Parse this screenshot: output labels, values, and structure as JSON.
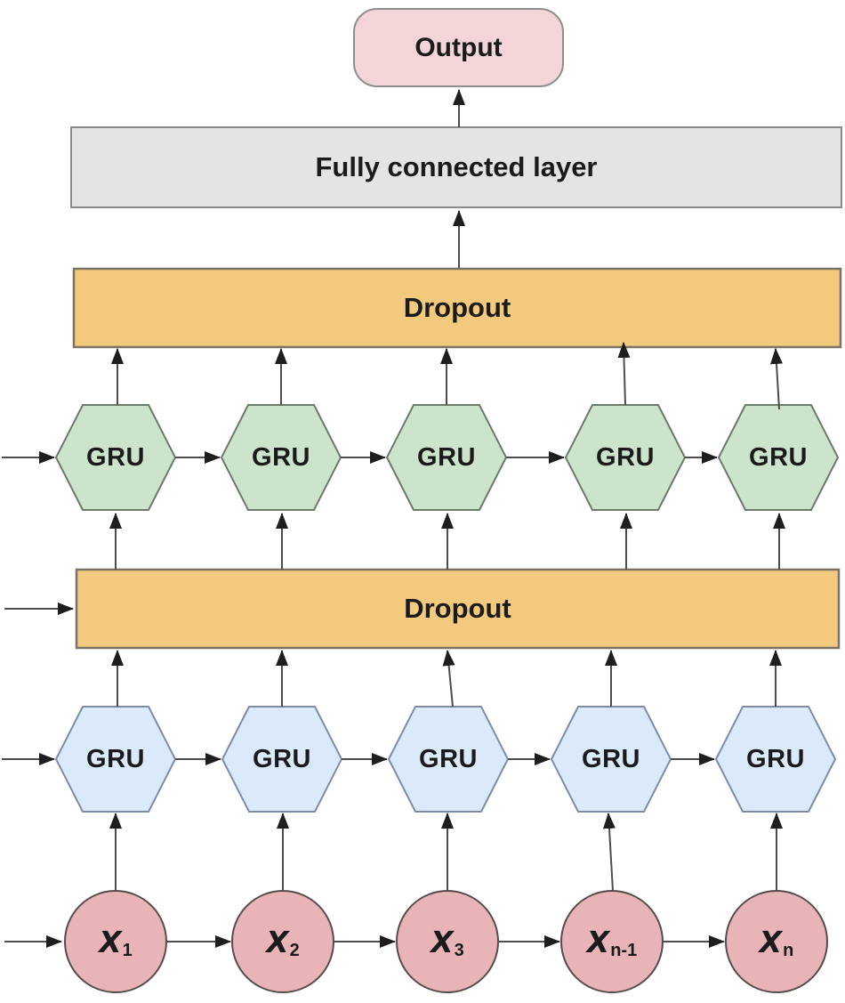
{
  "colors": {
    "background": "#ffffff",
    "output_fill": "#f3d5d8",
    "output_border": "#8e8e8e",
    "fc_fill": "#e4e4e2",
    "fc_border": "#8a8a8a",
    "dropout_fill": "#f2c97d",
    "dropout_border": "#7b7265",
    "gru_top_fill": "#cce4cc",
    "gru_top_border": "#6c7a6c",
    "gru_bottom_fill": "#daeafa",
    "gru_bottom_border": "#7b8da8",
    "input_fill": "#e9b4b7",
    "input_border": "#564c4c",
    "arrow_line": "#4d4d4d",
    "arrowhead": "#1e1e1e",
    "text": "#1b1b1b"
  },
  "output": {
    "label": "Output"
  },
  "fully_connected": {
    "label": "Fully connected layer"
  },
  "dropout_upper": {
    "label": "Dropout"
  },
  "dropout_lower": {
    "label": "Dropout"
  },
  "gru_top_row": [
    {
      "label": "GRU"
    },
    {
      "label": "GRU"
    },
    {
      "label": "GRU"
    },
    {
      "label": "GRU"
    },
    {
      "label": "GRU"
    }
  ],
  "gru_bottom_row": [
    {
      "label": "GRU"
    },
    {
      "label": "GRU"
    },
    {
      "label": "GRU"
    },
    {
      "label": "GRU"
    },
    {
      "label": "GRU"
    }
  ],
  "inputs": [
    {
      "base": "X",
      "sub": "1"
    },
    {
      "base": "X",
      "sub": "2"
    },
    {
      "base": "X",
      "sub": "3"
    },
    {
      "base": "X",
      "sub": "n-1"
    },
    {
      "base": "X",
      "sub": "n"
    }
  ]
}
